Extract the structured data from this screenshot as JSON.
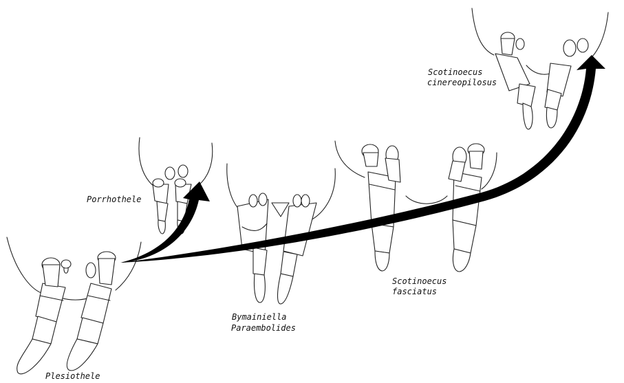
{
  "labels": {
    "plesiothele": "Plesiothele",
    "porrhothele": "Porrhothele",
    "bymainiella": "Bymainiella",
    "paraembolides": "Paraembolides",
    "scotinoecus_fasciatus_1": "Scotinoecus",
    "scotinoecus_fasciatus_2": "fasciatus",
    "scotinoecus_cinereo_1": "Scotinoecus",
    "scotinoecus_cinereo_2": "cinereopilosus"
  },
  "colors": {
    "ink": "#111111",
    "arrow": "#000000",
    "background": "#ffffff"
  }
}
